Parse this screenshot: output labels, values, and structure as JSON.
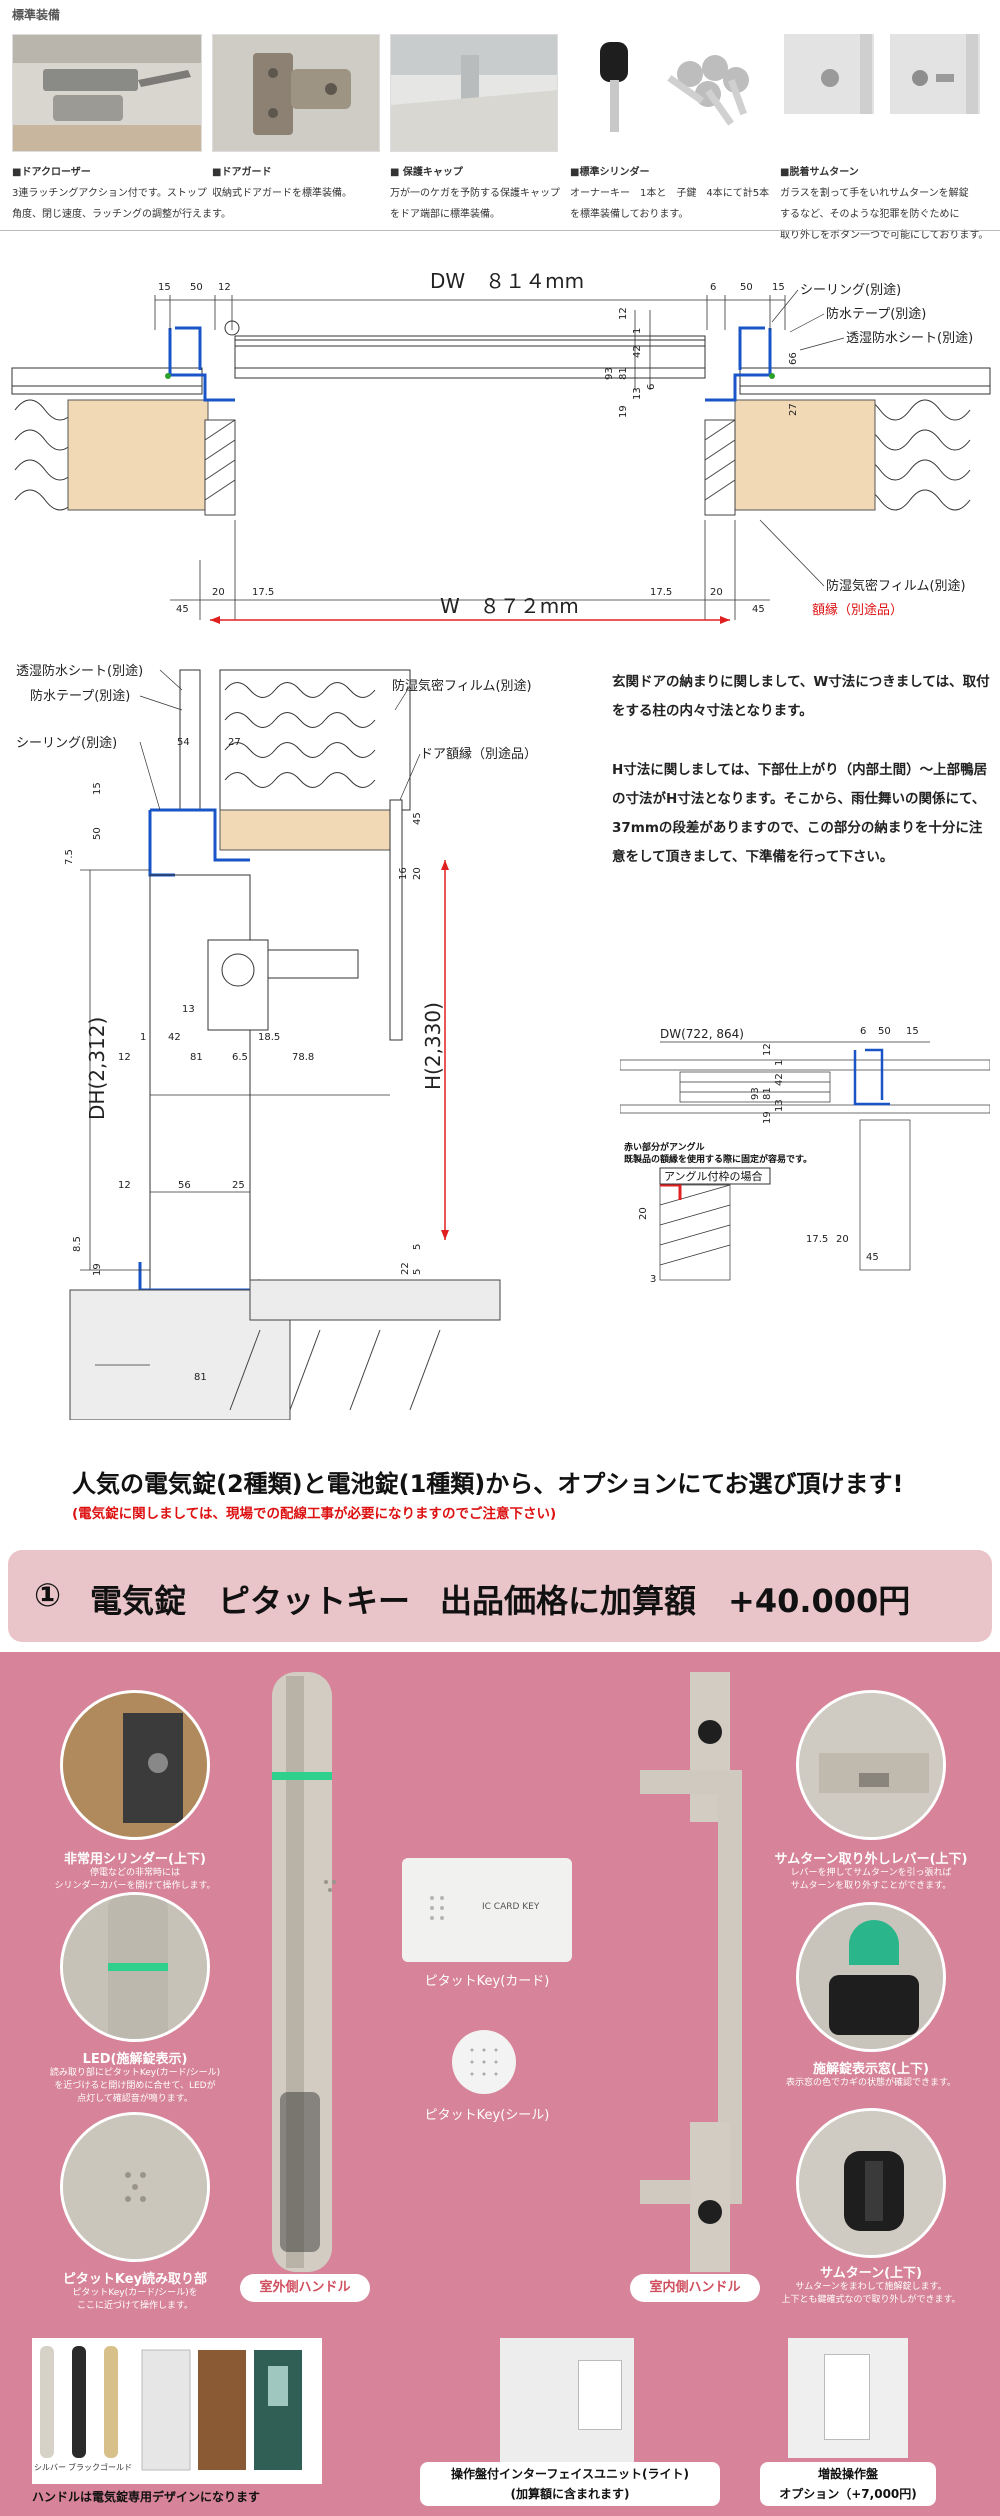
{
  "equipment": {
    "header": "標準装備",
    "items": [
      {
        "title": "■ドアクローザー",
        "lines": [
          "3連ラッチングアクション付です。ストップ",
          "角度、閉じ速度、ラッチングの調整が行えます。"
        ]
      },
      {
        "title": "■ドアガード",
        "lines": [
          "収納式ドアガードを標準装備。"
        ]
      },
      {
        "title": "■ 保護キャップ",
        "lines": [
          "万が一のケガを予防する保護キャップ",
          "をドア端部に標準装備。"
        ]
      },
      {
        "title": "■標準シリンダー",
        "lines": [
          "オーナーキー　1本と　子鍵　4本にて計5本",
          "を標準装備しております。"
        ]
      },
      {
        "title": "■脱着サムターン",
        "lines": [
          "ガラスを割って手をいれサムターンを解錠",
          "するなど、そのような犯罪を防ぐために",
          "取り外しをボタン一つで可能にしております。"
        ]
      }
    ]
  },
  "plan": {
    "dw": "DW　８１４mm",
    "w": "W　８７２mm",
    "top_left_dims": [
      "15",
      "50",
      "12"
    ],
    "top_right_dims": [
      "6",
      "50",
      "15"
    ],
    "right_stack": [
      "12",
      "1",
      "42",
      "81",
      "93",
      "6",
      "13",
      "19"
    ],
    "right_stack2": [
      "66",
      "27"
    ],
    "bottom_dims_left": [
      "45",
      "20",
      "17.5"
    ],
    "bottom_dims_right": [
      "17.5",
      "20",
      "45"
    ],
    "labels": {
      "sealing": "シーリング(別途)",
      "waterproof_tape": "防水テープ(別途)",
      "waterproof_sheet": "透湿防水シート(別途)",
      "vapor_film": "防湿気密フィルム(別途)",
      "frame": "額縁（別途品）"
    }
  },
  "section": {
    "labels": {
      "sheet": "透湿防水シート(別途)",
      "tape": "防水テープ(別途)",
      "sealing": "シーリング(別途)",
      "vapor_film": "防湿気密フィルム(別途)",
      "frame": "ドア額縁（別途品）"
    },
    "dh": "DH(2,312)",
    "h": "H(2,330)",
    "dims": [
      "54",
      "27",
      "15",
      "50",
      "7.5",
      "45",
      "16",
      "20",
      "13",
      "1",
      "42",
      "18.5",
      "12",
      "81",
      "6.5",
      "78.8",
      "12",
      "56",
      "25",
      "8.5",
      "19",
      "5",
      "22",
      "5",
      "81"
    ]
  },
  "notes": {
    "p1": "玄関ドアの納まりに関しまして、W寸法につきましては、取付をする柱の内々寸法となります。",
    "p2": "H寸法に関しましては、下部仕上がり（内部土間）～上部鴨居の寸法がH寸法となります。そこから、雨仕舞いの関係にて、37mmの段差がありますので、この部分の納まりを十分に注意をして頂きまして、下準備を行って下さい。"
  },
  "small_detail": {
    "dw": "DW(722, 864)",
    "top_dims": [
      "6",
      "50",
      "15"
    ],
    "stack": [
      "12",
      "1",
      "42",
      "81",
      "93",
      "13",
      "19"
    ],
    "angle_note1": "赤い部分がアングル",
    "angle_note2": "既製品の額縁を使用する際に固定が容易です。",
    "angle_box": "アングル付枠の場合",
    "bottom": [
      "17.5",
      "20",
      "45"
    ],
    "side": [
      "20",
      "3"
    ]
  },
  "options": {
    "heading": "人気の電気錠(2種類)と電池錠(1種類)から、オプションにてお選び頂けます!",
    "note": "(電気錠に関しましては、現場での配線工事が必要になりますのでご注意下さい)",
    "band": {
      "num": "①",
      "name": "電気錠　ピタットキー",
      "price": "出品価格に加算額　+40.000円"
    }
  },
  "product": {
    "left_circles": [
      {
        "title": "非常用シリンダー(上下)",
        "desc": [
          "停電などの非常時には",
          "シリンダーカバーを開けて操作します。"
        ]
      },
      {
        "title": "LED(施解錠表示)",
        "desc": [
          "読み取り部にピタットKey(カード/シール)",
          "を近づけると開け閉めに合せて、LEDが",
          "点灯して確認音が鳴ります。"
        ]
      },
      {
        "title": "ピタットKey読み取り部",
        "desc": [
          "ピタットKey(カード/シール)を",
          "ここに近づけて操作します。"
        ]
      }
    ],
    "right_circles": [
      {
        "title": "サムターン取り外しレバー(上下)",
        "desc": [
          "レバーを押してサムターンを引っ張れば",
          "サムターンを取り外すことができます。"
        ]
      },
      {
        "title": "施解錠表示窓(上下)",
        "desc": [
          "表示窓の色でカギの状態が確認できます。"
        ]
      },
      {
        "title": "サムターン(上下)",
        "desc": [
          "サムターンをまわして施解錠します。",
          "上下とも鍵確式なので取り外しができます。"
        ]
      }
    ],
    "card_text": "IC CARD KEY",
    "card_label": "ピタットKey(カード)",
    "seal_label": "ピタットKey(シール)",
    "outer_handle": "室外側ハンドル",
    "inner_handle": "室内側ハンドル",
    "colors_caption": "ハンドルは電気錠専用デザインになります",
    "handle_colors": [
      "シルバー",
      "ブラック",
      "ゴールド"
    ],
    "interface_label1": "操作盤付インターフェイスユニット(ライト)",
    "interface_label2": "(加算額に含まれます)",
    "extra_label1": "増設操作盤",
    "extra_label2": "オプション（+7,000円)"
  }
}
